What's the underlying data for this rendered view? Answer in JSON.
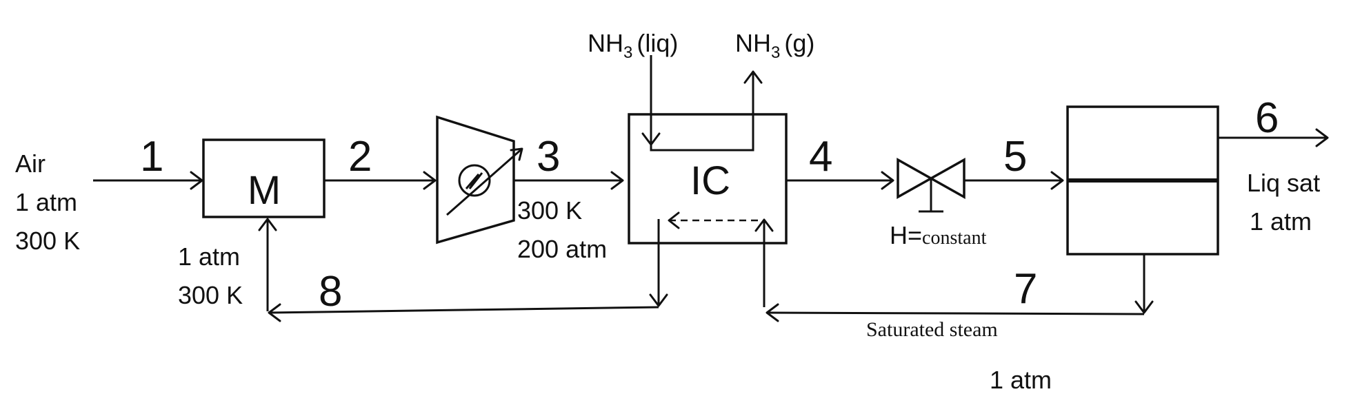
{
  "feed": {
    "name": "Air",
    "pressure": "1 atm",
    "temperature": "300 K"
  },
  "units": {
    "mixer": "M",
    "intercooler": "IC"
  },
  "streams": {
    "s1": "1",
    "s2": "2",
    "s3": "3",
    "s4": "4",
    "s5": "5",
    "s6": "6",
    "s7": "7",
    "s8": "8"
  },
  "ammonia": {
    "inlet_base": "NH",
    "inlet_sub": "3",
    "inlet_phase": "(liq)",
    "outlet_base": "NH",
    "outlet_sub": "3",
    "outlet_phase": "(g)"
  },
  "conditions": {
    "compressor_out_temperature": "300 K",
    "compressor_out_pressure": "200 atm",
    "recycle_pressure": "1 atm",
    "recycle_temperature": "300 K",
    "valve_h": "H=",
    "valve_condition": "constant",
    "product_state": "Liq sat",
    "product_pressure": "1 atm",
    "steam_label": "Saturated steam",
    "separator_pressure": "1 atm"
  }
}
